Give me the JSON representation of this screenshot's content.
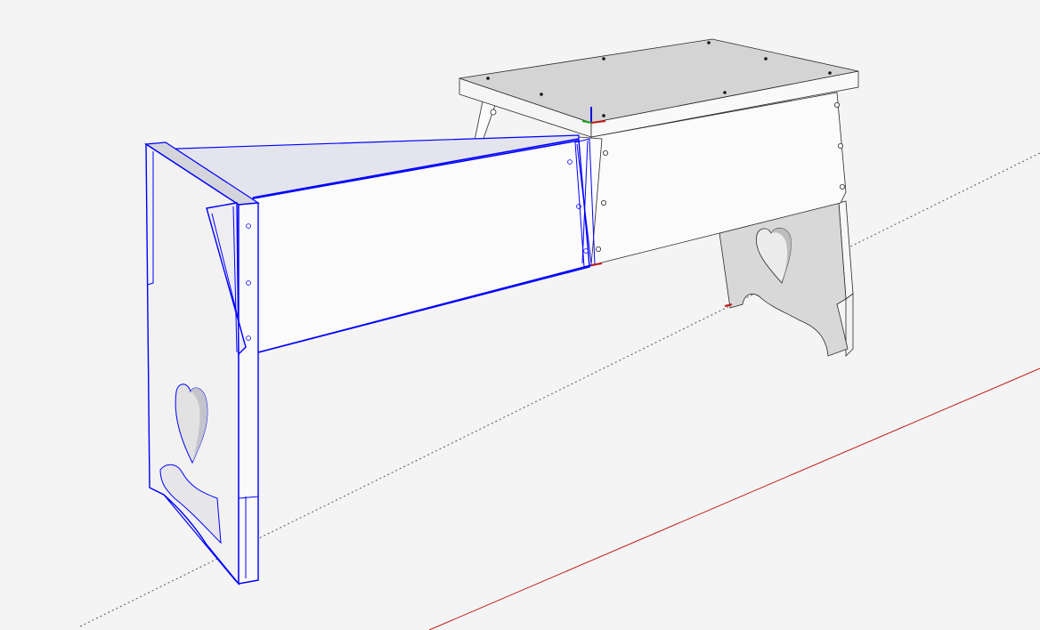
{
  "app": {
    "view": "3d-modeling-viewport"
  },
  "colors": {
    "background": "#f4f4f4",
    "selection": "#0000ff",
    "red_axis": "#c01818",
    "green_axis": "#18a018",
    "blue_axis": "#1010e0",
    "inference_line": "#444444",
    "face_light": "#fbfbfb",
    "face_mid": "#d6d6d6",
    "face_dark": "#bdbdbd",
    "edge": "#2a2a2a"
  },
  "model": {
    "name": "step-stool",
    "parts": [
      {
        "id": "top",
        "selected": false
      },
      {
        "id": "apron-far",
        "selected": false
      },
      {
        "id": "leg-far",
        "selected": false
      },
      {
        "id": "leg-near",
        "selected": true
      },
      {
        "id": "apron-near-extended",
        "selected": true
      }
    ]
  },
  "icons": {
    "axes_origin": "axes-origin-icon",
    "red_axis_marker": "red-axis-marker-icon"
  }
}
